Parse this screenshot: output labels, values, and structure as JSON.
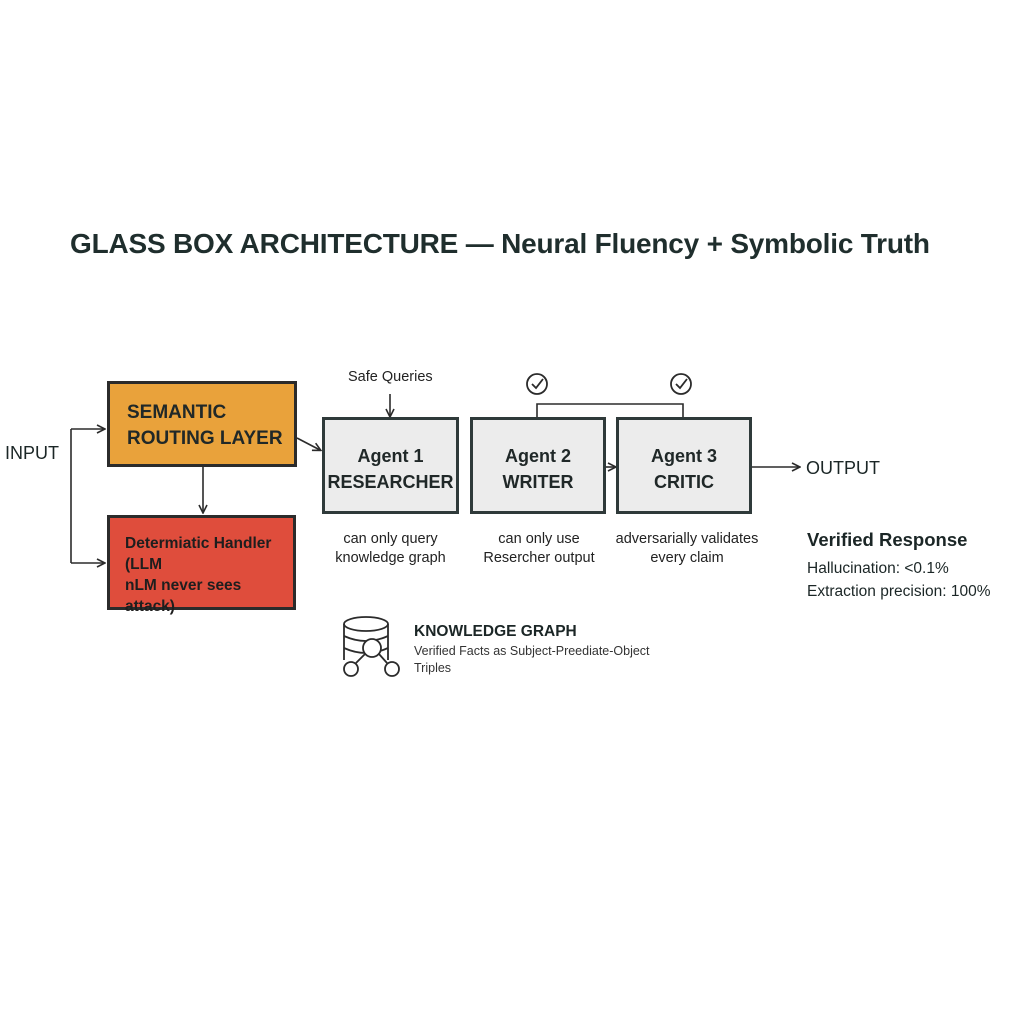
{
  "title": "GLASS BOX ARCHITECTURE — Neural Fluency + Symbolic Truth",
  "input_label": "INPUT",
  "output_label": "OUTPUT",
  "routing": {
    "line1": "SEMANTIC",
    "line2": "ROUTING LAYER"
  },
  "handler": {
    "line1": "Determiatic Handler",
    "line2": "(LLM",
    "line3": "nLM never sees attack)"
  },
  "safe_queries": "Safe Queries",
  "agents": [
    {
      "name": "Agent 1",
      "role": "RESEARCHER",
      "caption1": "can only query",
      "caption2": "knowledge graph"
    },
    {
      "name": "Agent 2",
      "role": "WRITER",
      "caption1": "can only use",
      "caption2": "Resercher output"
    },
    {
      "name": "Agent 3",
      "role": "CRITIC",
      "caption1": "adversarially validates",
      "caption2": "every claim"
    }
  ],
  "verified": {
    "heading": "Verified Response",
    "hallucination": "Hallucination: <0.1%",
    "precision": "Extraction precision: 100%"
  },
  "knowledge_graph": {
    "title": "KNOWLEDGE GRAPH",
    "desc1": "Verified Facts as Subject-Preediate-Object",
    "desc2": "Triples"
  },
  "icons": [
    "check-circle-icon",
    "database-graph-icon"
  ],
  "colors": {
    "routing": "#e9a23b",
    "handler": "#df4d3c",
    "agent_box": "#ececec"
  }
}
